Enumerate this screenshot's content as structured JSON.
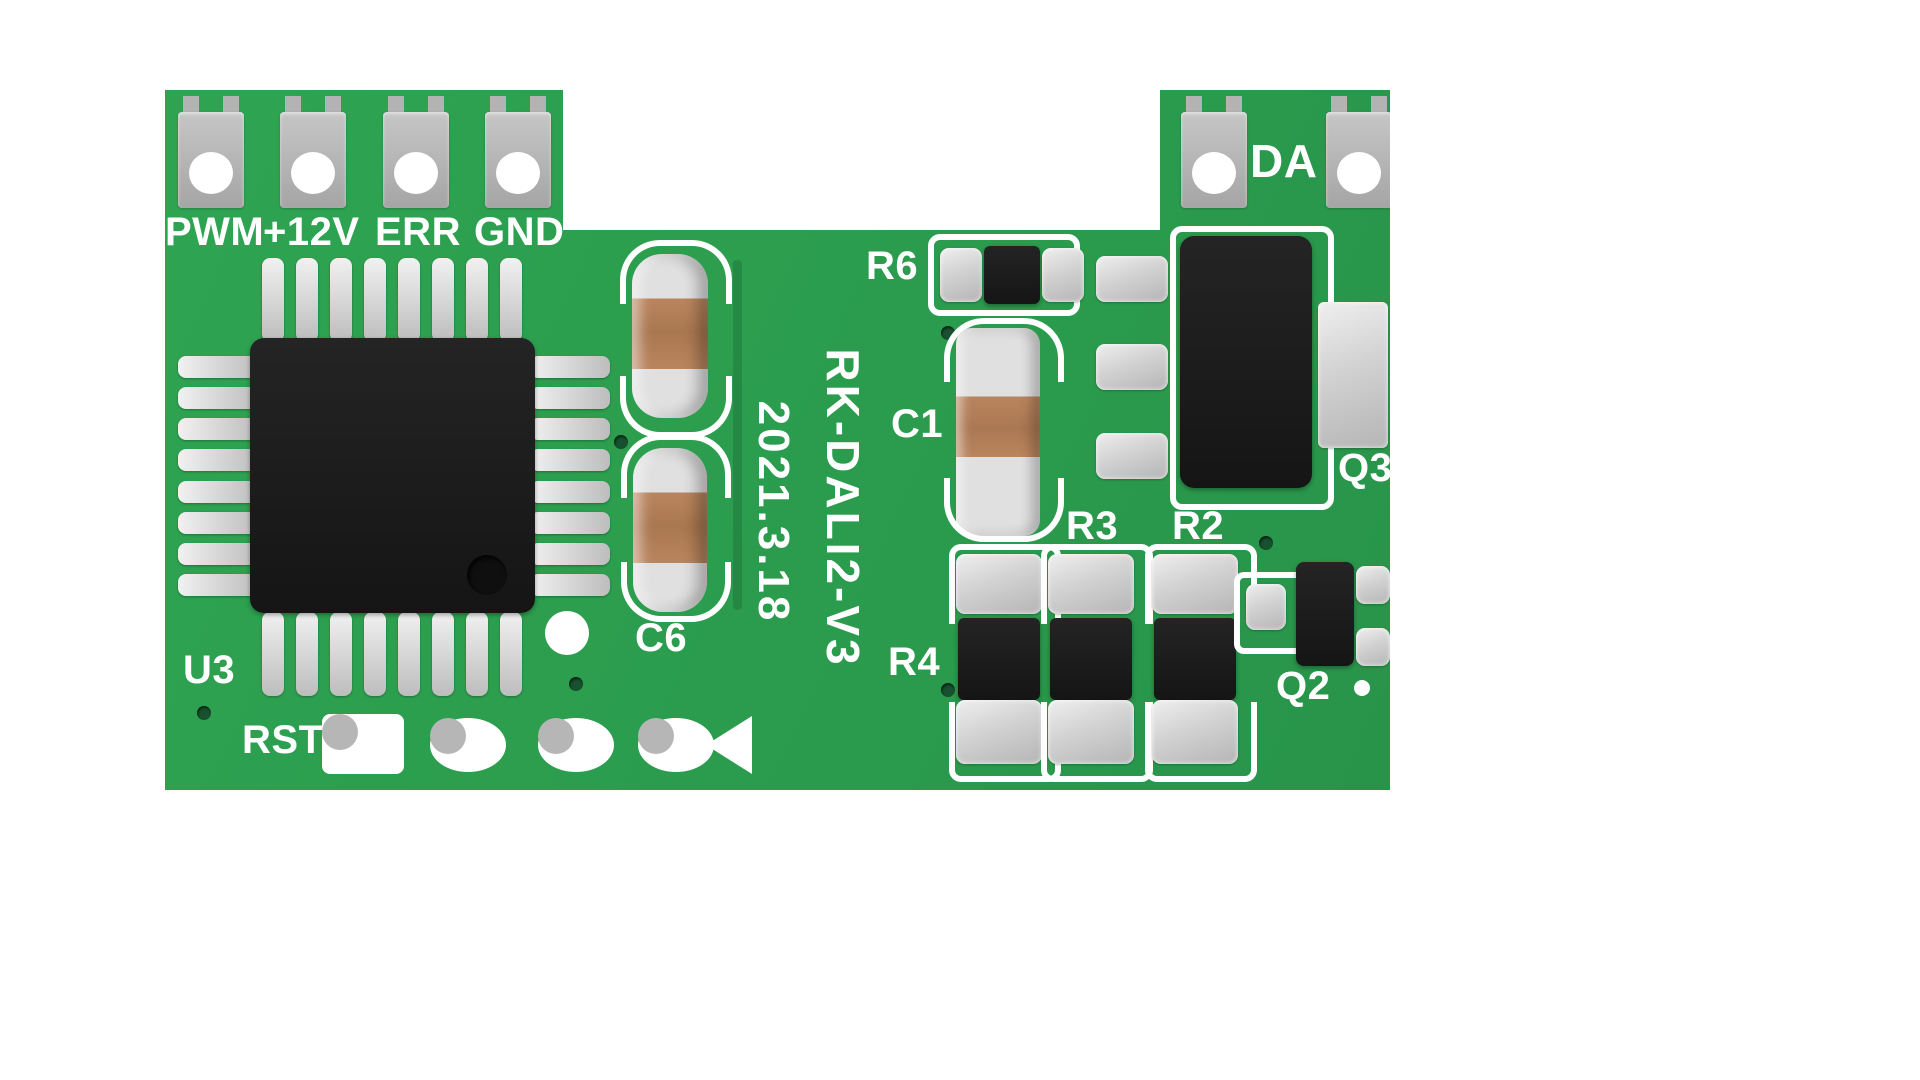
{
  "labels": {
    "pwm": "PWM",
    "v12": "+12V",
    "err": "ERR",
    "gnd": "GND",
    "da": "DA",
    "u3": "U3",
    "c6": "C6",
    "r6": "R6",
    "c1": "C1",
    "q3": "Q3",
    "r3": "R3",
    "r2": "R2",
    "r4": "R4",
    "q2": "Q2",
    "rst": "RST"
  },
  "silkscreen": {
    "model": "RK-DALI2-V3",
    "date": "2021.3.18"
  },
  "colors": {
    "pcb_green": "#2b9c4d",
    "silkscreen_white": "#ffffff",
    "component_black": "#1b1b1b",
    "pad_silver": "#d2d2d2",
    "capacitor_tan": "#b9855f",
    "connector_gray": "#b5b5b5"
  }
}
